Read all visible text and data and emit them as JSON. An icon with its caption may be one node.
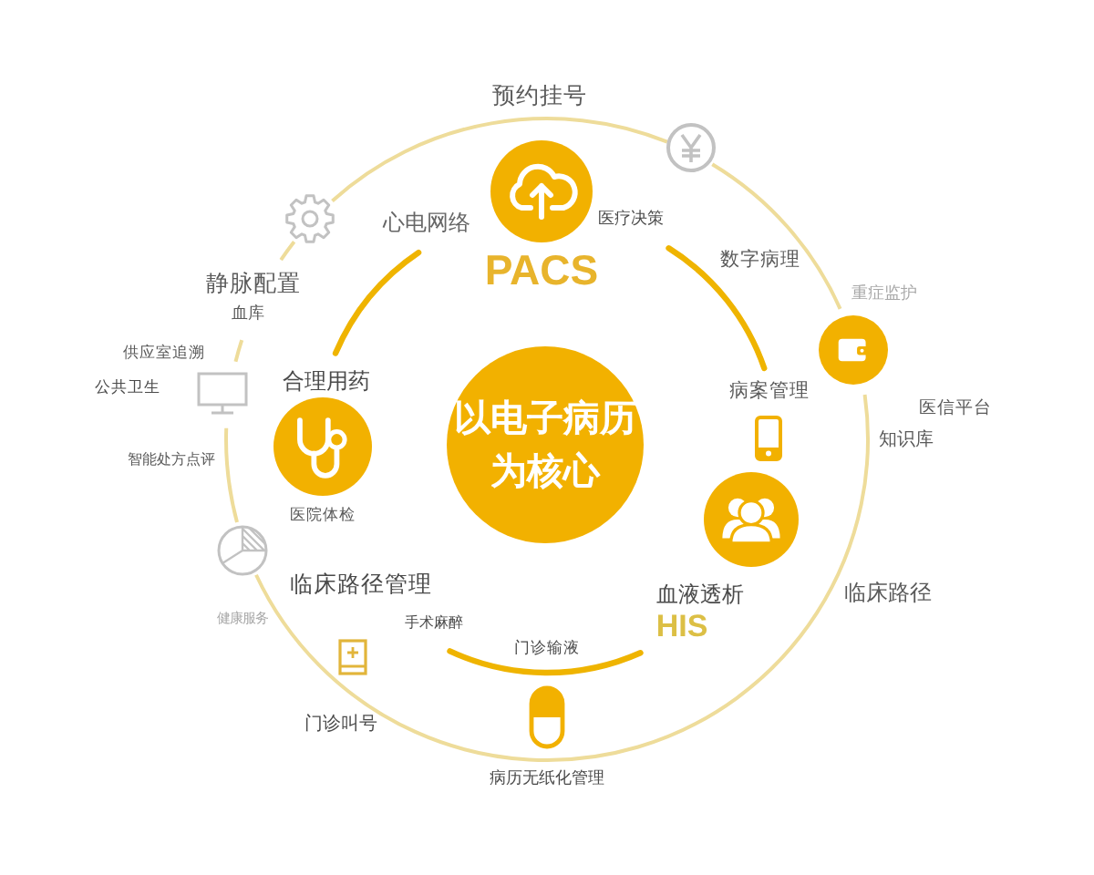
{
  "diagram": {
    "nodes": [
      {
        "text": [],
        "shape": "circle"
      },
      {
        "text": [],
        "shape": "circle"
      },
      {
        "text": [],
        "shape": "circle"
      },
      {
        "text": [
          "以电子病历为核心"
        ]
      },
      {
        "text": [],
        "shape": "circle"
      }
    ],
    "labels": [
      "预约挂号",
      "心电网络",
      "医疗决策",
      "数字病理",
      "PACS",
      "静脉配置",
      "重症监护",
      "血库",
      "供应室追溯",
      "公共卫生",
      "合理用药",
      "病案管理",
      "医信平台",
      "知识库",
      "智能处方点评",
      "医院体检",
      "临床路径管理",
      "血液透析",
      "临床路径",
      "健康服务",
      "手术麻醉",
      "HIS",
      "门诊输液",
      "门诊叫号",
      "病历无纸化管理"
    ]
  }
}
